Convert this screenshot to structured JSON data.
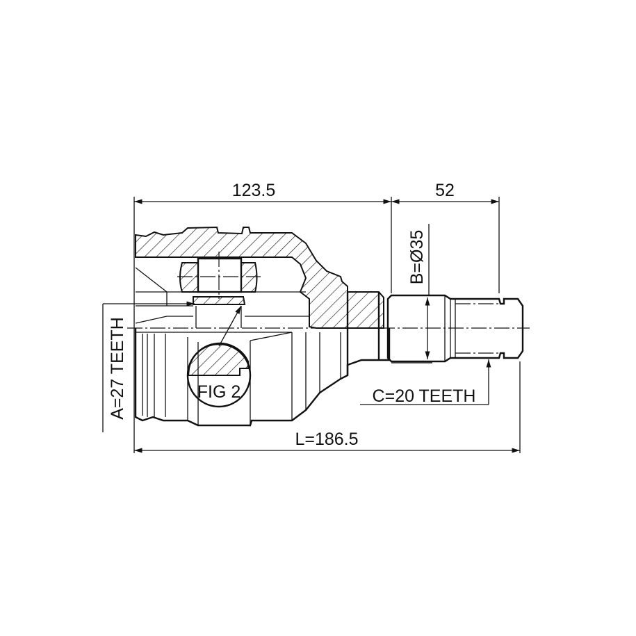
{
  "drawing": {
    "dim_overall_left": "123.5",
    "dim_shaft": "52",
    "dim_length": "L=186.5",
    "dim_a_teeth": "A=27 TEETH",
    "dim_b_diameter": "B=Ø35",
    "dim_c_teeth": "C=20 TEETH",
    "fig_label": "FIG 2"
  }
}
